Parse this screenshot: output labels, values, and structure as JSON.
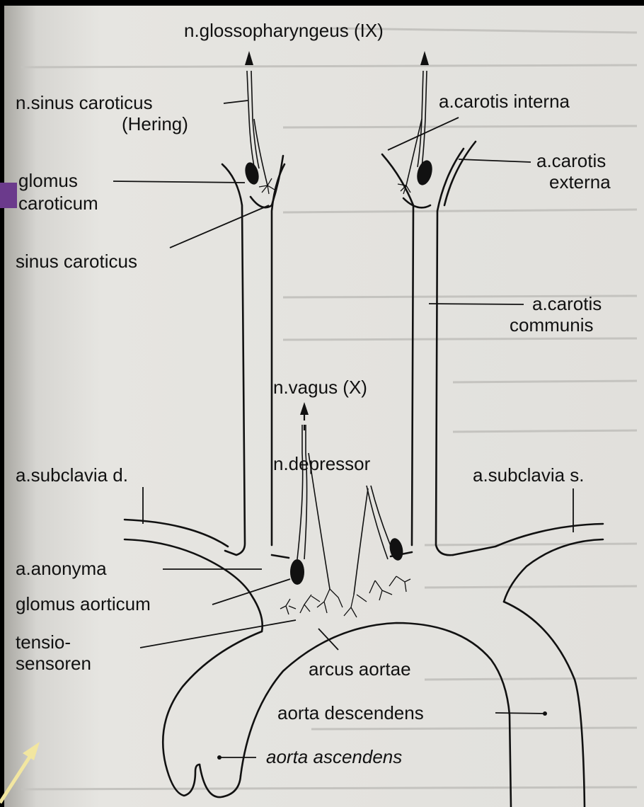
{
  "colors": {
    "background": "#000000",
    "paper": "#e4e3df",
    "ink": "#111111",
    "purple_accent": "#6b3a8c",
    "arrow_highlight": "#f2e6a0"
  },
  "labels": {
    "glossopharyngeus": "n.glossopharyngeus (IX)",
    "sinus_caroticus_nerve": "n.sinus caroticus",
    "hering": "(Hering)",
    "carotis_interna": "a.carotis interna",
    "carotis_externa_1": "a.carotis",
    "carotis_externa_2": "externa",
    "glomus_caroticum_1": "glomus",
    "glomus_caroticum_2": "caroticum",
    "sinus_caroticus": "sinus caroticus",
    "carotis_communis_1": "a.carotis",
    "carotis_communis_2": "communis",
    "vagus": "n.vagus (X)",
    "depressor": "n.depressor",
    "subclavia_d": "a.subclavia d.",
    "subclavia_s": "a.subclavia s.",
    "anonyma": "a.anonyma",
    "glomus_aorticum": "glomus aorticum",
    "tensio_1": "tensio-",
    "tensio_2": "sensoren",
    "arcus_aortae": "arcus aortae",
    "aorta_descendens": "aorta descendens",
    "aorta_ascendens": "aorta ascendens"
  }
}
